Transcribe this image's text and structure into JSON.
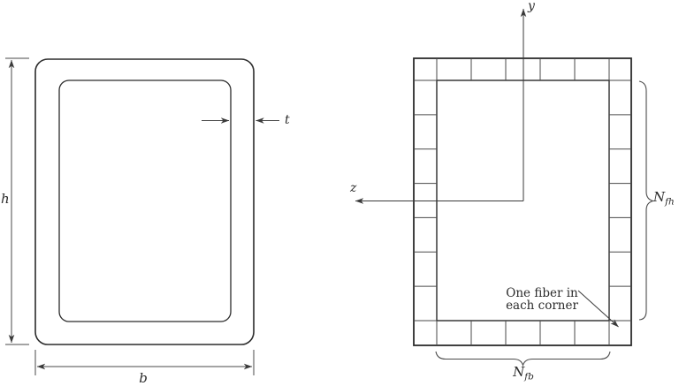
{
  "left_figure": {
    "description": "tube cross-section outline with dimensions",
    "labels": {
      "height": "h",
      "width": "b",
      "thickness": "t"
    }
  },
  "fiber_section": {
    "description": "fiber discretization of tube section",
    "axes": {
      "vertical": "y",
      "horizontal": "z"
    },
    "fiber_counts": {
      "along_width": 5,
      "along_depth": 7,
      "corner_fibers": 4
    },
    "braces": {
      "depth_label": {
        "base": "N",
        "sub": "fh"
      },
      "width_label": {
        "base": "N",
        "sub": "fb"
      }
    },
    "annotation": {
      "line1": "One fiber in",
      "line2": "each corner"
    }
  },
  "colors": {
    "background": "#ffffff",
    "line": "#2b2b2b",
    "grid_line": "#4a4a4a",
    "text": "#2b2b2b"
  }
}
